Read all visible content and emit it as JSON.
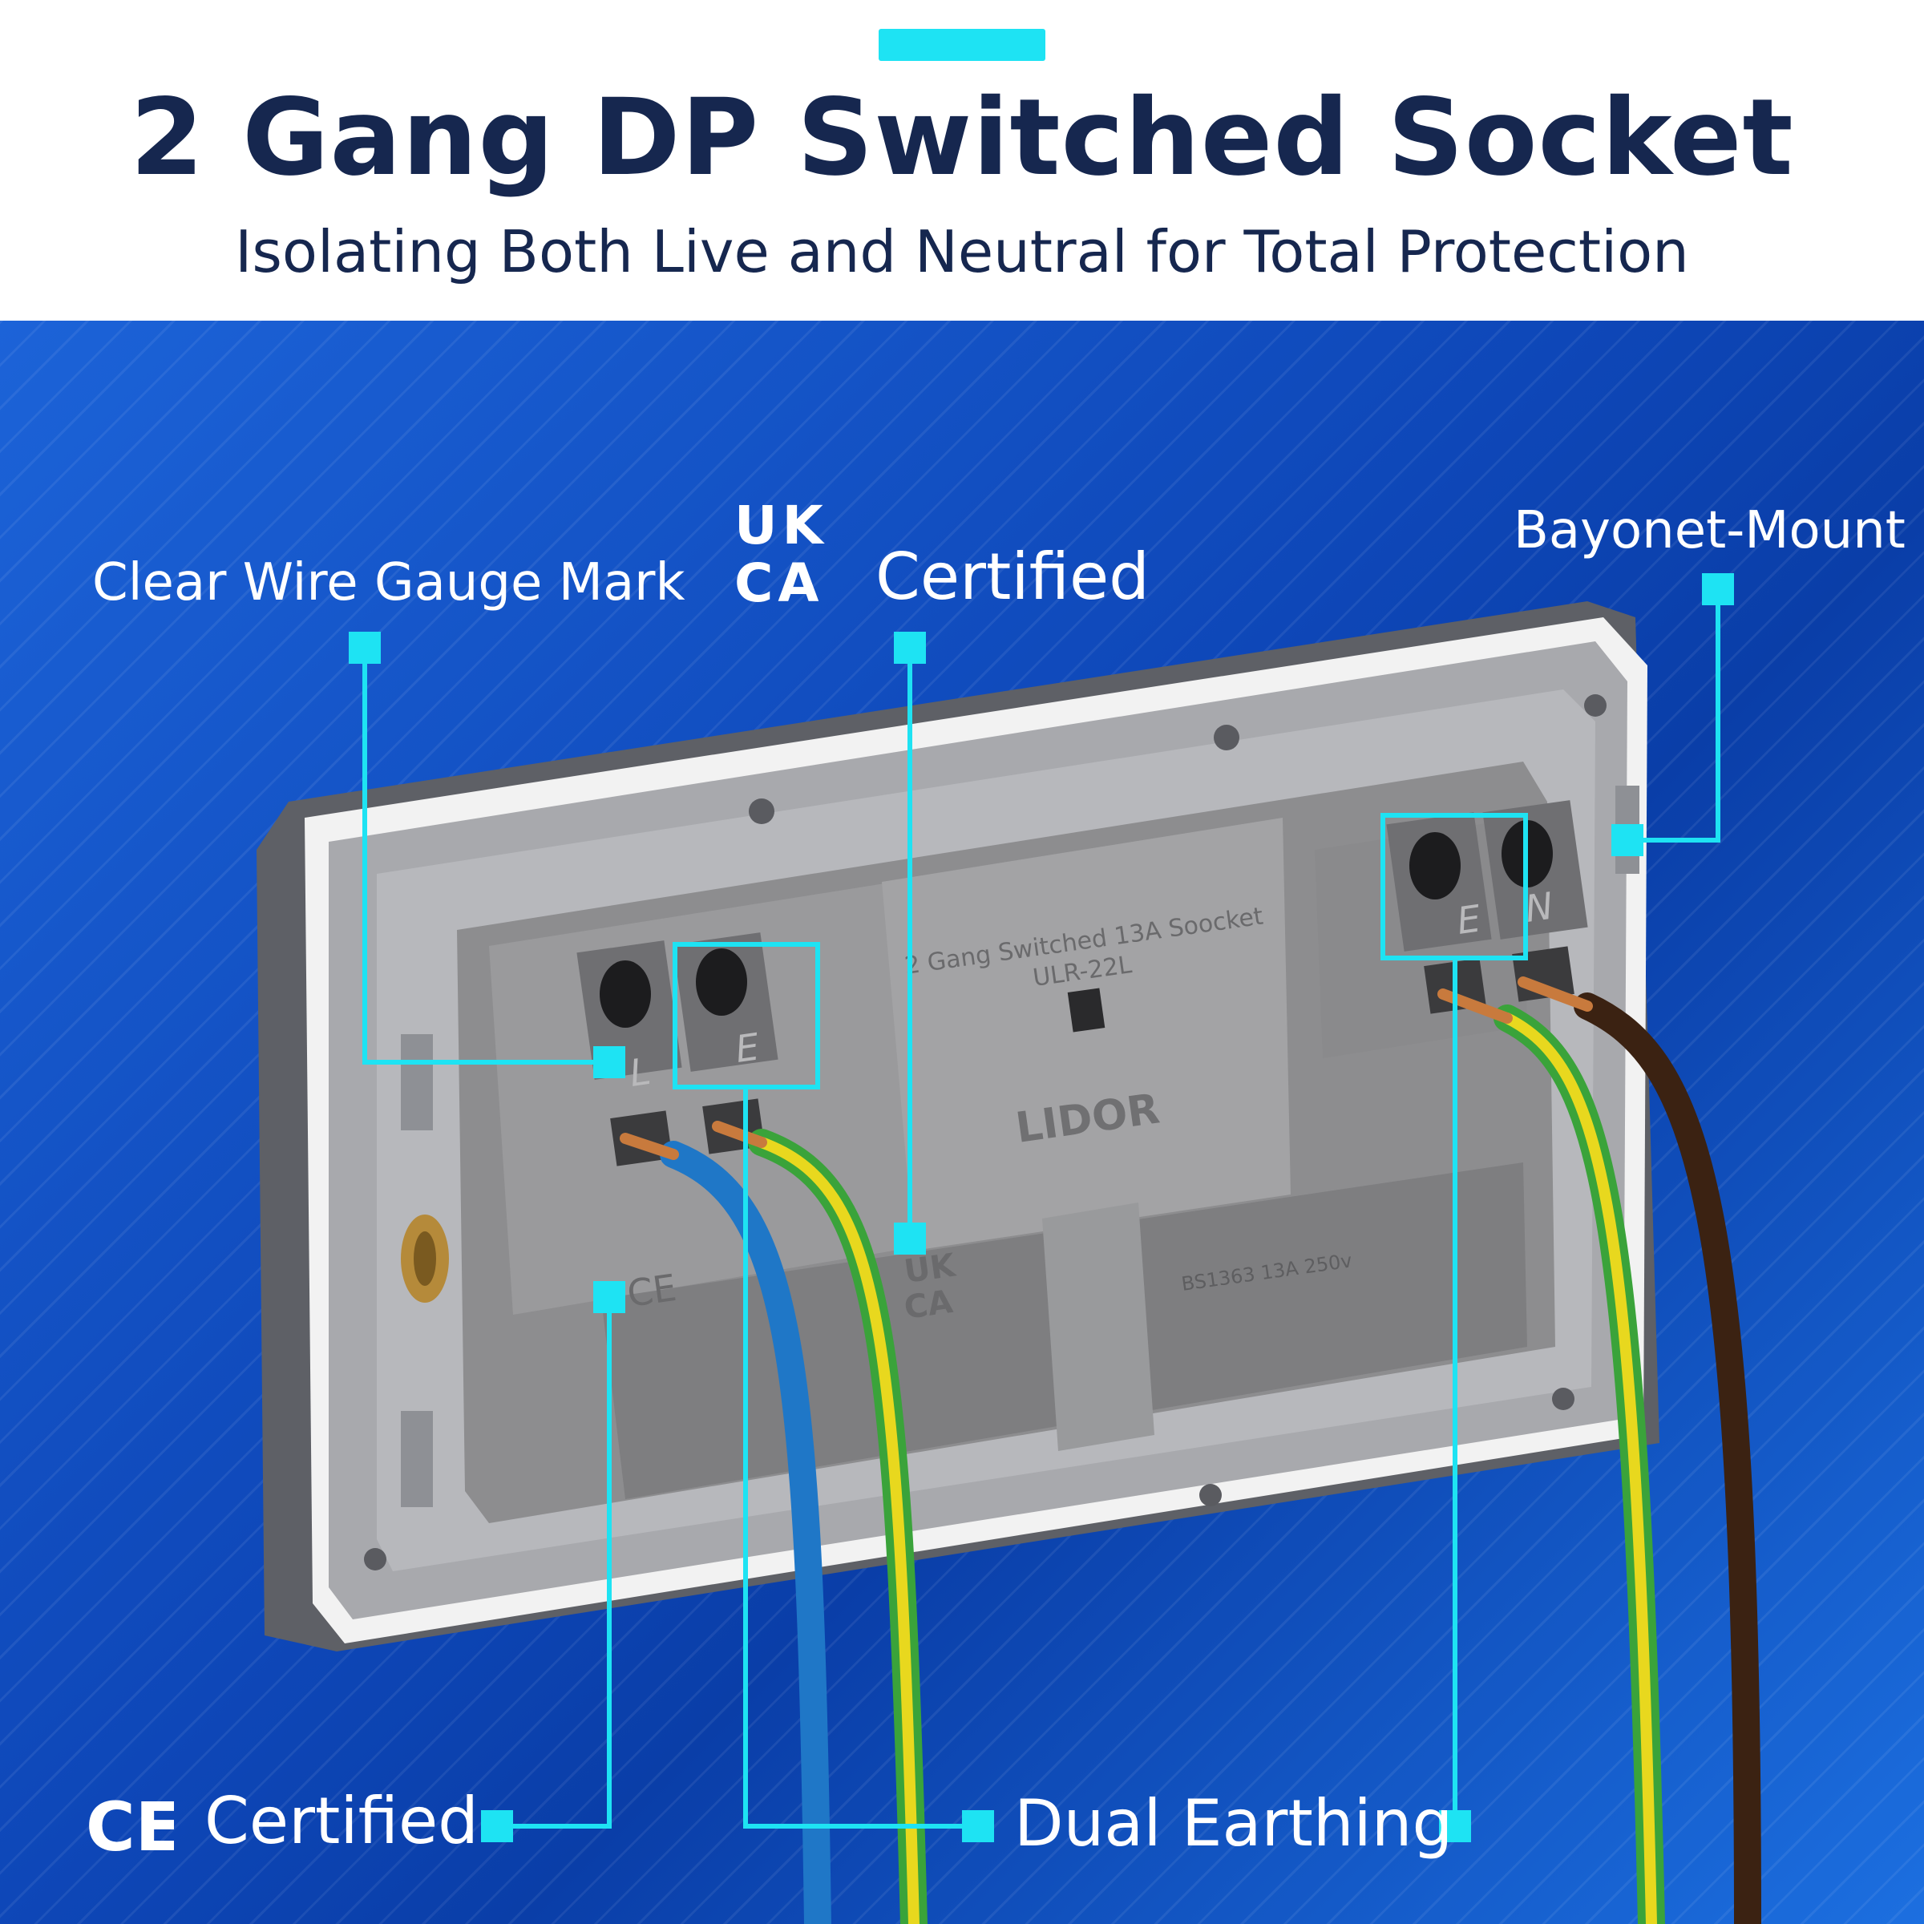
{
  "header": {
    "title": "2 Gang DP Switched Socket",
    "subtitle": "Isolating Both Live and Neutral for Total Protection"
  },
  "callouts": {
    "wire_gauge": "Clear Wire Gauge Mark",
    "ukca": "Certified",
    "bayonet": "Bayonet-Mount",
    "ce": "Certified",
    "dual_earthing": "Dual Earthing"
  },
  "marks": {
    "ukca_top": "UK",
    "ukca_bottom": "CA",
    "ce": "CE"
  },
  "product": {
    "label_line1": "2 Gang Switched 13A Soocket",
    "label_line2": "ULR-22L",
    "brand": "LIDOR",
    "rating": "BS1363 13A 250v",
    "terminal_live": "L",
    "terminal_earth_left": "E",
    "terminal_earth_right": "E",
    "terminal_neutral": "N",
    "body_ukca_top": "UK",
    "body_ukca_bottom": "CA",
    "body_ce": "CE"
  },
  "colors": {
    "accent": "#1ee3f3",
    "title": "#16274f",
    "panel_blue": "#0e47b8",
    "callout": "#1ee3f3",
    "socket_grey": "#8c8c8c",
    "wire_blue": "#1f77c7",
    "wire_brown": "#3b2212",
    "wire_green": "#3aa33a",
    "wire_yellow": "#e8d81e",
    "copper": "#c87a3d"
  }
}
